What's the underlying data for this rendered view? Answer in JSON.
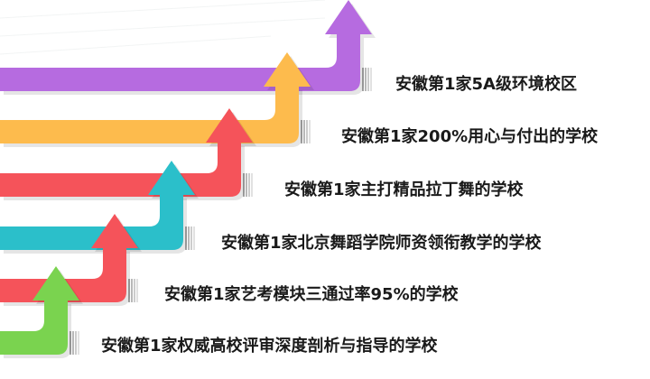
{
  "steps": [
    {
      "label": "安徽第1家权威高校评审深度剖析与指导的学校",
      "color": "#7ad34f"
    },
    {
      "label": "安徽第1家艺考模块三通过率95%的学校",
      "color": "#f5535a"
    },
    {
      "label": "安徽第1家北京舞蹈学院师资领衔教学的学校",
      "color": "#2bbfca"
    },
    {
      "label": "安徽第1家主打精品拉丁舞的学校",
      "color": "#f5535a"
    },
    {
      "label": "安徽第1家200%用心与付出的学校",
      "color": "#fdbb4d"
    },
    {
      "label": "安徽第1家5A级环境校区",
      "color": "#b66be0"
    }
  ]
}
